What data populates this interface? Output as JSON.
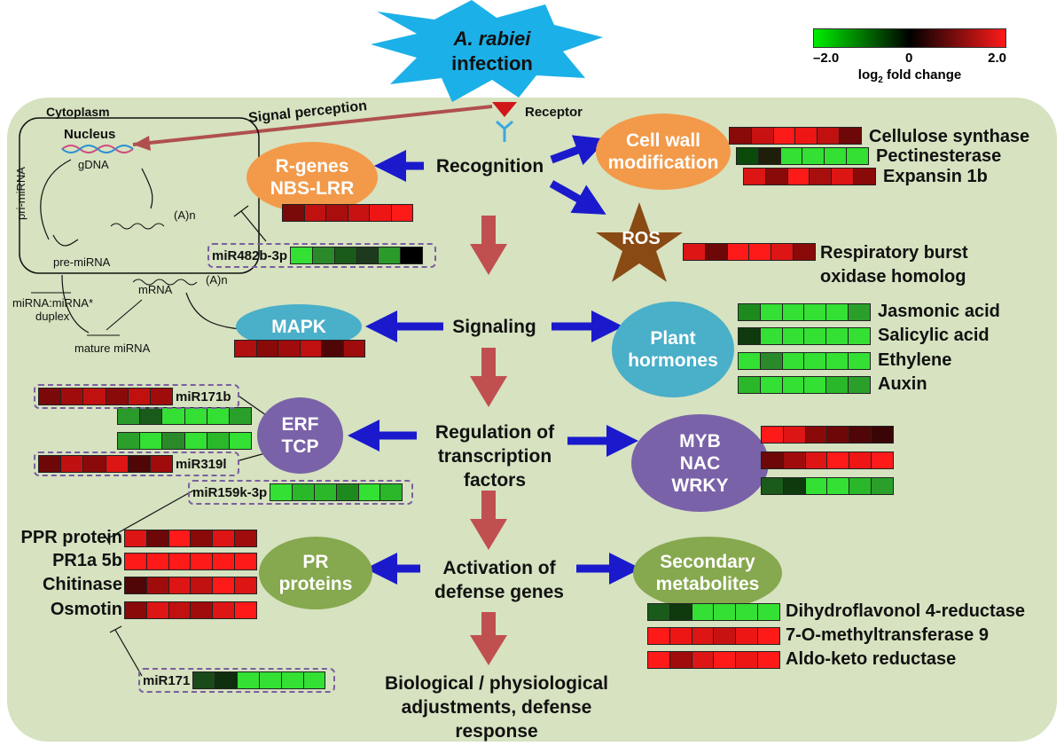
{
  "infection": {
    "line1": "A. rabiei",
    "line2": "infection"
  },
  "legend": {
    "min": "–2.0",
    "mid": "0",
    "max": "2.0",
    "label_main": "log",
    "label_sub": "2",
    "label_rest": " fold change",
    "colors": {
      "low": "#00ee00",
      "mid": "#000000",
      "high": "#ff1a1a"
    }
  },
  "cell": {
    "cytoplasm": "Cytoplasm",
    "nucleus": "Nucleus",
    "gdna": "gDNA",
    "pri_mirna": "pri-miRNA",
    "pre_mirna": "pre-miRNA",
    "duplex1": "miRNA:miRNA*",
    "duplex2": "duplex",
    "mature": "mature miRNA",
    "mrna": "mRNA",
    "polya1": "(A)n",
    "polya2": "(A)n"
  },
  "signal_perception": "Signal perception",
  "receptor": "Receptor",
  "pathway": {
    "recognition": "Recognition",
    "signaling": "Signaling",
    "regulation": [
      "Regulation of",
      "transcription",
      "factors"
    ],
    "activation": [
      "Activation of",
      "defense genes"
    ],
    "response": [
      "Biological / physiological",
      "adjustments, defense",
      "response"
    ]
  },
  "nodes": {
    "rgenes": [
      "R-genes",
      "NBS-LRR"
    ],
    "cellwall": [
      "Cell wall",
      "modification"
    ],
    "ros": "ROS",
    "mapk": "MAPK",
    "hormones": [
      "Plant",
      "hormones"
    ],
    "erf": [
      "ERF",
      "TCP"
    ],
    "myb": [
      "MYB",
      "NAC",
      "WRKY"
    ],
    "pr": [
      "PR",
      "proteins"
    ],
    "secondary": [
      "Secondary",
      "metabolites"
    ]
  },
  "genes": {
    "cellulose": "Cellulose synthase",
    "pectinesterase": "Pectinesterase",
    "expansin": "Expansin 1b",
    "respiratory1": "Respiratory burst",
    "respiratory2": "oxidase homolog",
    "jasmonic": "Jasmonic acid",
    "salicylic": "Salicylic acid",
    "ethylene": "Ethylene",
    "auxin": "Auxin",
    "ppr": "PPR protein",
    "pr1a": "PR1a 5b",
    "chitinase": "Chitinase",
    "osmotin": "Osmotin",
    "dihydro": "Dihydroflavonol 4-reductase",
    "omethyl": "7-O-methyltransferase 9",
    "aldoketo": "Aldo-keto reductase"
  },
  "mirnas": {
    "mir482": "miR482b-3p",
    "mir171b": "miR171b",
    "mir319": "miR319l",
    "mir159": "miR159k-3p",
    "mir171": "miR171"
  },
  "heatmaps": {
    "cellulose": [
      "#8a0a0a",
      "#c81212",
      "#ff1a1a",
      "#ee1515",
      "#c01010",
      "#6e0808"
    ],
    "pectinesterase": [
      "#0a4a0a",
      "#1e1e0a",
      "#33e033",
      "#33e033",
      "#33e033",
      "#33e033"
    ],
    "expansin": [
      "#dd1515",
      "#8a0a0a",
      "#ff1a1a",
      "#a80e0e",
      "#dd1515",
      "#8a0a0a"
    ],
    "rgenes": [
      "#7a0a0a",
      "#c01010",
      "#a80e0e",
      "#c81212",
      "#ee1515",
      "#ff1a1a"
    ],
    "respiratory": [
      "#dd1515",
      "#6e0808",
      "#ff1a1a",
      "#ff1a1a",
      "#dd1515",
      "#8a0a0a"
    ],
    "mapk": [
      "#b01010",
      "#8a0a0a",
      "#a00c0c",
      "#c01010",
      "#500606",
      "#a00c0c"
    ],
    "jasmonic": [
      "#1e8a1e",
      "#33e033",
      "#33e033",
      "#33e033",
      "#33e033",
      "#2aa02a"
    ],
    "salicylic": [
      "#0e3a0e",
      "#33e033",
      "#33e033",
      "#33e033",
      "#33e033",
      "#33e033"
    ],
    "ethylene": [
      "#33e033",
      "#2a8a2a",
      "#33e033",
      "#33e033",
      "#33e033",
      "#33e033"
    ],
    "auxin": [
      "#2ab82a",
      "#33e033",
      "#33e033",
      "#33e033",
      "#2ab82a",
      "#2aa02a"
    ],
    "mir171b": [
      "#7a0a0a",
      "#a00c0c",
      "#c01010",
      "#8a0a0a",
      "#c01010",
      "#a00c0c"
    ],
    "erf1": [
      "#2a9a2a",
      "#1a5a1a",
      "#33e033",
      "#33e033",
      "#33e033",
      "#2aa02a"
    ],
    "erf2": [
      "#2aa02a",
      "#33e033",
      "#2a8a2a",
      "#33e033",
      "#2ab82a",
      "#33e033"
    ],
    "mir319": [
      "#6e0808",
      "#c01010",
      "#8a0a0a",
      "#dd1515",
      "#500606",
      "#a00c0c"
    ],
    "myb1": [
      "#ff1a1a",
      "#dd1515",
      "#8a0a0a",
      "#6e0808",
      "#500606",
      "#3a0505"
    ],
    "myb2": [
      "#6e0808",
      "#a00c0c",
      "#dd1515",
      "#ff1a1a",
      "#ee1515",
      "#ff1a1a"
    ],
    "myb3": [
      "#1a5a1a",
      "#0e3a0e",
      "#33e033",
      "#33e033",
      "#2ab82a",
      "#2aa02a"
    ],
    "mir482": [
      "#33e033",
      "#2a8a2a",
      "#1a5a1a",
      "#1e3a1e",
      "#2a9a2a",
      "#000000"
    ],
    "mir159": [
      "#33e033",
      "#2ab82a",
      "#2ab82a",
      "#1e8a1e",
      "#33e033",
      "#2ab82a"
    ],
    "ppr": [
      "#dd1515",
      "#6e0808",
      "#ff1a1a",
      "#8a0a0a",
      "#dd1515",
      "#a00c0c"
    ],
    "pr1a": [
      "#ff1a1a",
      "#ff1a1a",
      "#ff1a1a",
      "#ff1a1a",
      "#ff1a1a",
      "#ff1a1a"
    ],
    "chitinase": [
      "#500606",
      "#a00c0c",
      "#dd1515",
      "#c01010",
      "#ff1a1a",
      "#dd1515"
    ],
    "osmotin": [
      "#8a0a0a",
      "#dd1515",
      "#c01010",
      "#a00c0c",
      "#dd1515",
      "#ff1a1a"
    ],
    "dihydro": [
      "#1a5a1a",
      "#0e3a0e",
      "#33e033",
      "#33e033",
      "#33e033",
      "#33e033"
    ],
    "omethyl": [
      "#ff1a1a",
      "#ee1515",
      "#dd1515",
      "#c81212",
      "#ee1515",
      "#ff1a1a"
    ],
    "aldoketo": [
      "#ff1a1a",
      "#a00c0c",
      "#dd1515",
      "#ff1a1a",
      "#ee1515",
      "#ff1a1a"
    ],
    "mir171": [
      "#1a4a1a",
      "#0e2e0e",
      "#33e033",
      "#33e033",
      "#33e033",
      "#33e033"
    ]
  }
}
